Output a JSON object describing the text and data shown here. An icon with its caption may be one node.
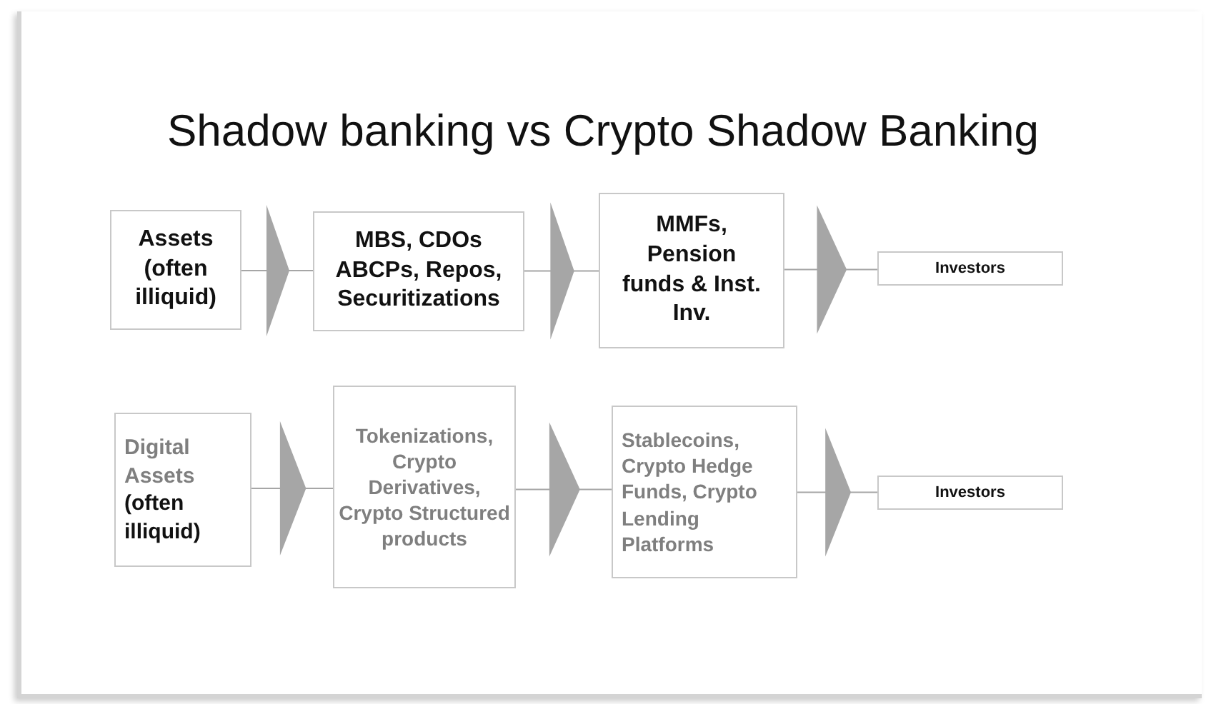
{
  "diagram": {
    "title": "Shadow banking vs Crypto Shadow Banking",
    "nodes": [
      {
        "text": [
          "Assets (often illiquid)"
        ]
      },
      {
        "text": [
          "MBS, CDOs ABCPs, Repos, Securitizations"
        ]
      },
      {
        "text": [
          "MMFs, Pension funds & Inst. Inv."
        ]
      },
      {
        "text": [
          "Investors"
        ]
      },
      {
        "text": [
          "Digital Assets",
          "(often illiquid)"
        ]
      },
      {
        "text": [
          "Tokenizations, Crypto Derivatives, Crypto Structured products"
        ]
      },
      {
        "text": [
          "Stablecoins, Crypto Hedge Funds, Crypto Lending Platforms"
        ]
      },
      {
        "text": [
          "Investors"
        ]
      }
    ],
    "edges": [
      {
        "from": 0,
        "to": 1,
        "arrow": "to"
      },
      {
        "from": 1,
        "to": 2,
        "arrow": "to"
      },
      {
        "from": 2,
        "to": 3,
        "arrow": "to"
      },
      {
        "from": 4,
        "to": 5,
        "arrow": "to"
      },
      {
        "from": 5,
        "to": 6,
        "arrow": "to"
      },
      {
        "from": 6,
        "to": 7,
        "arrow": "to"
      }
    ]
  }
}
